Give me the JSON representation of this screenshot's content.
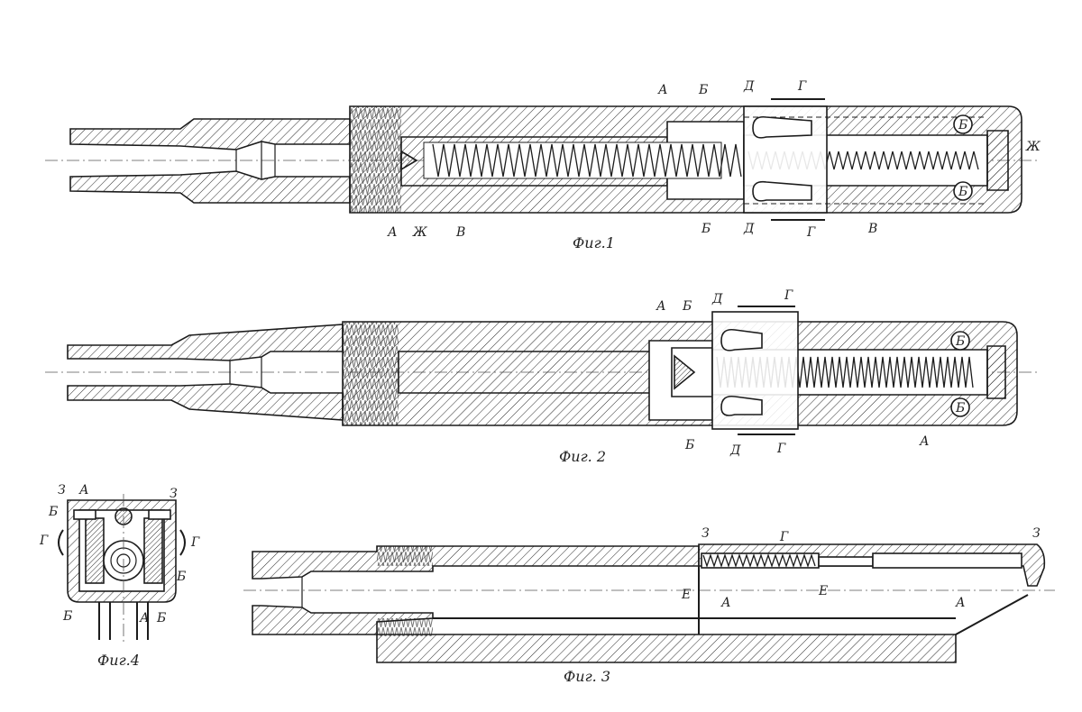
{
  "figures": [
    {
      "id": "fig1",
      "caption": "Фиг.1",
      "labels": [
        {
          "key": "A",
          "text": "А"
        },
        {
          "key": "Zh",
          "text": "Ж"
        },
        {
          "key": "V",
          "text": "В"
        },
        {
          "key": "A-top",
          "text": "А"
        },
        {
          "key": "B-top",
          "text": "Б"
        },
        {
          "key": "D-top",
          "text": "Д"
        },
        {
          "key": "G-top",
          "text": "Г"
        },
        {
          "key": "B-circle-top",
          "text": "Б"
        },
        {
          "key": "B-circle-bottom",
          "text": "Б"
        },
        {
          "key": "Zh-right",
          "text": "Ж"
        },
        {
          "key": "B-bottom",
          "text": "Б"
        },
        {
          "key": "D-bottom",
          "text": "Д"
        },
        {
          "key": "G-bottom",
          "text": "Г"
        },
        {
          "key": "V-right",
          "text": "В"
        }
      ]
    },
    {
      "id": "fig2",
      "caption": "Фиг. 2",
      "labels": [
        {
          "key": "A-top",
          "text": "А"
        },
        {
          "key": "B-top",
          "text": "Б"
        },
        {
          "key": "D-top",
          "text": "Д"
        },
        {
          "key": "G-top",
          "text": "Г"
        },
        {
          "key": "B-circle-top",
          "text": "Б"
        },
        {
          "key": "B-circle-bottom",
          "text": "Б"
        },
        {
          "key": "B-bottom",
          "text": "Б"
        },
        {
          "key": "D-bottom",
          "text": "Д"
        },
        {
          "key": "G-bottom",
          "text": "Г"
        },
        {
          "key": "A-bottom",
          "text": "А"
        }
      ]
    },
    {
      "id": "fig3",
      "caption": "Фиг. 3",
      "labels": [
        {
          "key": "Z-left",
          "text": "З"
        },
        {
          "key": "G",
          "text": "Г"
        },
        {
          "key": "Z-right",
          "text": "З"
        },
        {
          "key": "E-left",
          "text": "Е"
        },
        {
          "key": "E-right",
          "text": "Е"
        },
        {
          "key": "A-left",
          "text": "А"
        },
        {
          "key": "A-right",
          "text": "А"
        }
      ]
    },
    {
      "id": "fig4",
      "caption": "Фиг.4",
      "labels": [
        {
          "key": "Z-left",
          "text": "З"
        },
        {
          "key": "A-top",
          "text": "А"
        },
        {
          "key": "Z-right",
          "text": "З"
        },
        {
          "key": "B-left",
          "text": "Б"
        },
        {
          "key": "G-left",
          "text": "Г"
        },
        {
          "key": "G-right",
          "text": "Г"
        },
        {
          "key": "B-right",
          "text": "Б"
        },
        {
          "key": "B-bottom-left",
          "text": "Б"
        },
        {
          "key": "A-bottom",
          "text": "А"
        },
        {
          "key": "B-bottom-right",
          "text": "Б"
        }
      ]
    }
  ],
  "colors": {
    "ink": "#1c1c1c",
    "paper": "#ffffff"
  }
}
